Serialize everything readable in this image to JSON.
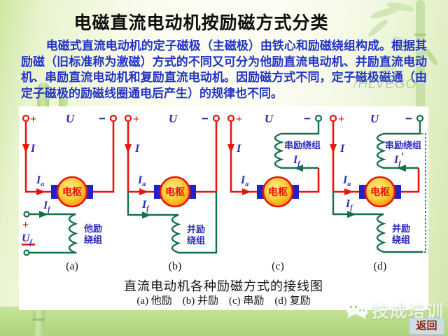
{
  "colors": {
    "red": "#e8150d",
    "green": "#13714a",
    "blue": "#2a2ab8",
    "navy": "#28288f",
    "brush-blue": "#2020cc",
    "back-btn-bg": "#cfdde9",
    "back-btn-text": "#8c1f12"
  },
  "slide": {
    "title": "电磁直流电动机按励磁方式分类",
    "paragraph": "电磁式直流电动机的定子磁极（主磁极）由铁心和励磁绕组构成。根据其励磁（旧标准称为激磁）方式的不同又可分为他励直流电动机、并励直流电动机、串励直流电动机和复励直流电动机。因励磁方式不同，定子磁极磁通（由定子磁极的励磁线圈通电后产生）的规律也不同。",
    "watermark": "/HLVEGO"
  },
  "figure": {
    "caption": "直流电动机各种励磁方式的接线图",
    "subcaption": "(a) 他励　(b) 并励　(c) 串励　(d) 复励"
  },
  "diagrams": [
    {
      "tag": "(a)",
      "plus": "+",
      "minus": "−",
      "u": "U",
      "i": "I",
      "ia_main": "I",
      "ia_sub": "a",
      "if_main": "I",
      "if_sub": "f",
      "armature": "电枢",
      "winding_line1": "他励",
      "winding_line2": "绕组",
      "field_plus": "+",
      "uf_main": "U",
      "uf_sub": "f"
    },
    {
      "tag": "(b)",
      "plus": "+",
      "minus": "−",
      "u": "U",
      "i": "I",
      "ia_main": "I",
      "ia_sub": "a",
      "if_main": "I",
      "if_sub": "f",
      "armature": "电枢",
      "winding_line1": "并励",
      "winding_line2": "绕组"
    },
    {
      "tag": "(c)",
      "plus": "+",
      "minus": "−",
      "u": "U",
      "i": "I",
      "ia_main": "I",
      "ia_sub": "a",
      "if_main": "I",
      "if_sub": "f",
      "armature": "电枢",
      "series_winding": "串励绕组"
    },
    {
      "tag": "(d)",
      "plus": "+",
      "minus": "−",
      "u": "U",
      "i": "I",
      "ia_main": "I",
      "ia_sub": "a",
      "if_main": "I",
      "if_sub": "f",
      "if2_main": "I",
      "if2_sub": "f",
      "if2_prime": "′",
      "armature": "电枢",
      "series_winding": "串励绕组",
      "winding_line1": "并励",
      "winding_line2": "绕组"
    }
  ],
  "footer": {
    "brand": "技成培训",
    "back_label": "返回"
  }
}
